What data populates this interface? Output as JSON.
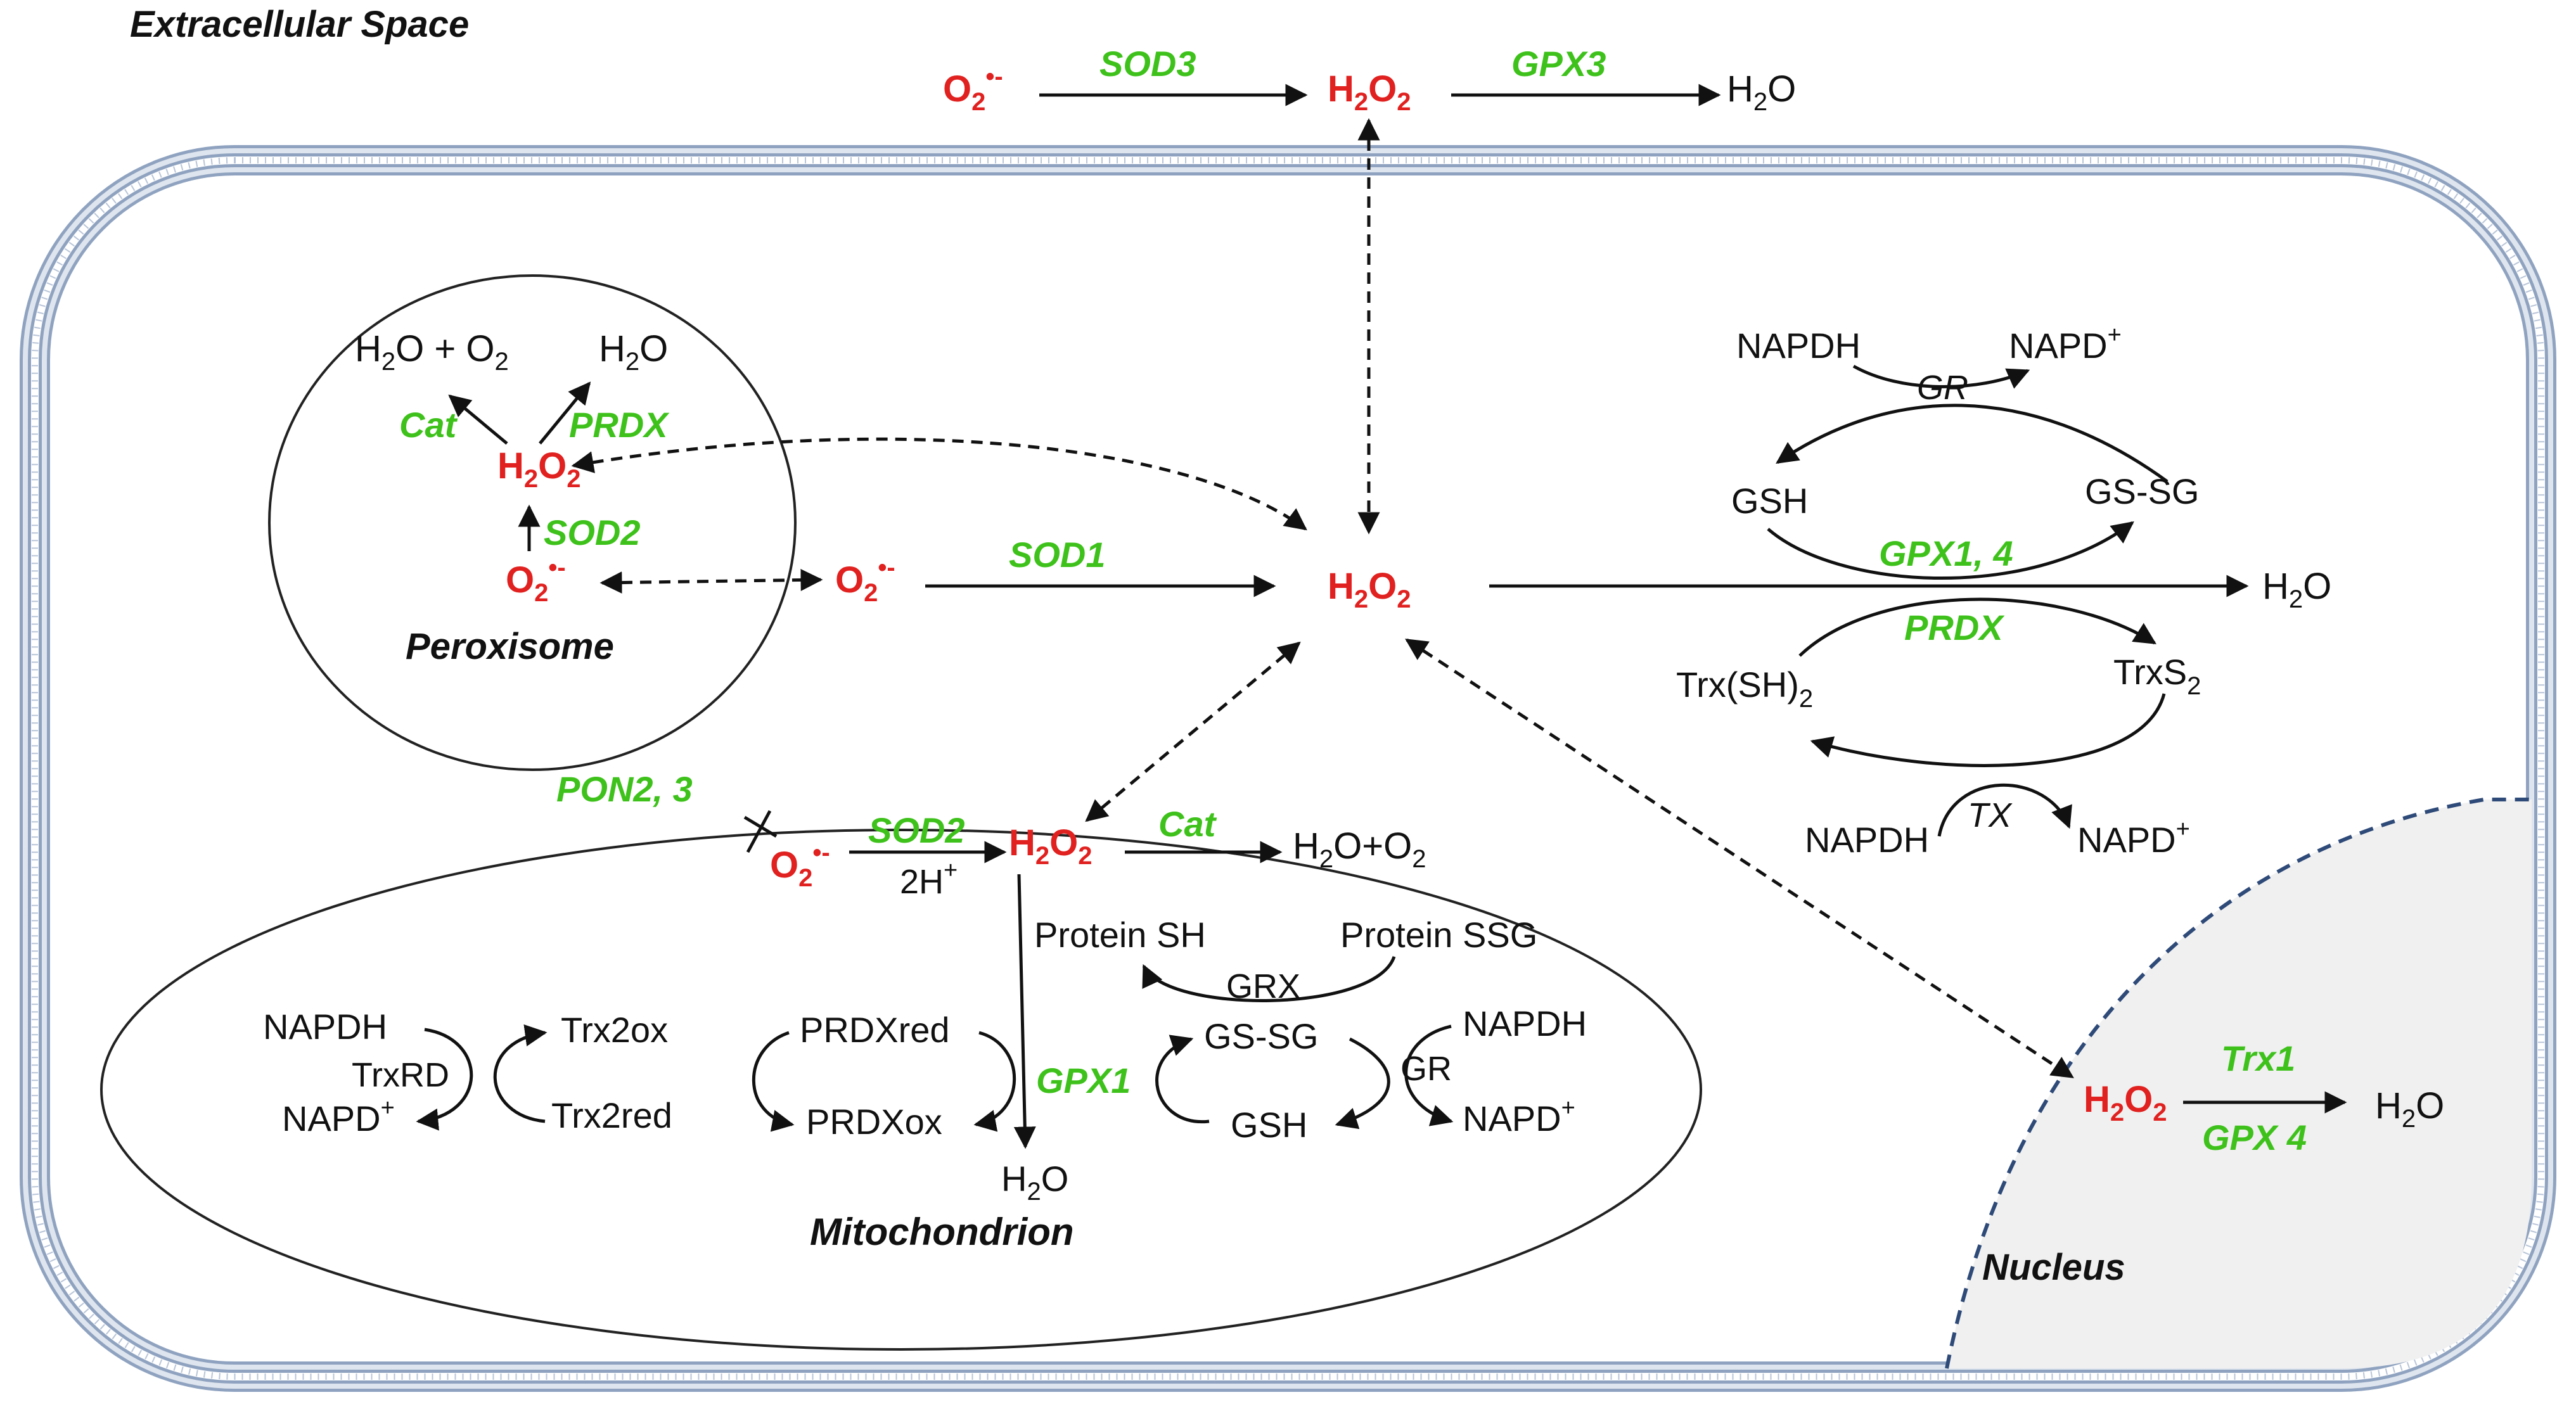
{
  "regions": {
    "extracellular": "Extracellular Space",
    "peroxisome": "Peroxisome",
    "mitochondrion": "Mitochondrion",
    "nucleus": "Nucleus"
  },
  "species": {
    "h2": "H",
    "o2": "O",
    "sub2": "2",
    "h2o_main": "H",
    "h2o_sub": "2",
    "h2o_tail": "O",
    "radical": "•-",
    "plus": "+"
  },
  "extracellular": {
    "enzyme1": "SOD3",
    "enzyme2": "GPX3"
  },
  "peroxisome": {
    "product_left_a": "H",
    "product_left_b": "O + O",
    "enzyme_cat": "Cat",
    "enzyme_prdx": "PRDX",
    "enzyme_sod2": "SOD2"
  },
  "cytosol": {
    "enzyme_sod1": "SOD1",
    "nadph_top": "NAPDH",
    "nadp_top": "NAPD",
    "gr_label": "GR",
    "gsh": "GSH",
    "gssg": "GS-SG",
    "gpx14": "GPX1, 4",
    "prdx": "PRDX",
    "trx_sh": "Trx(SH)",
    "trx_s": "TrxS",
    "tx_label": "TX",
    "nadph_bottom": "NAPDH",
    "nadp_bottom": "NAPD"
  },
  "mitochondrion": {
    "pon": "PON2, 3",
    "sod2": "SOD2",
    "cat": "Cat",
    "h2o_o2_a": "H",
    "h2o_o2_b": "O+O",
    "two_h": "2H",
    "protein_sh": "Protein SH",
    "protein_ssg": "Protein SSG",
    "grx": "GRX",
    "gssg": "GS-SG",
    "gsh": "GSH",
    "gpx1": "GPX1",
    "gr": "GR",
    "nadph_right": "NAPDH",
    "nadp_right": "NAPD",
    "nadph_left": "NAPDH",
    "trxrd": "TrxRD",
    "nadp_left": "NAPD",
    "trx2ox": "Trx2ox",
    "trx2red": "Trx2red",
    "prdxred": "PRDXred",
    "prdxox": "PRDXox"
  },
  "nucleus": {
    "enzyme_trx1": "Trx1",
    "enzyme_gpx4": "GPX 4"
  },
  "colors": {
    "ros": "#e0211f",
    "enzyme": "#3ec21b",
    "membrane": "#8fa3c0",
    "nucleus_fill": "#f0f0f0",
    "nucleus_border": "#2e4a78"
  }
}
